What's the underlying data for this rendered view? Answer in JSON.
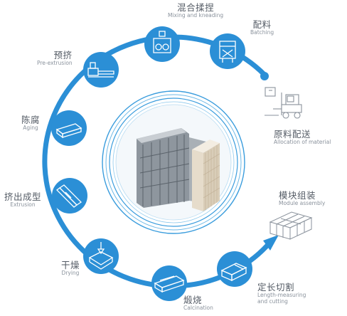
{
  "steps": [
    {
      "cn": "混合揉捏",
      "en": "Mixing and kneading"
    },
    {
      "cn": "配料",
      "en": "Batching"
    },
    {
      "cn": "原料配送",
      "en": "Allocation of material"
    },
    {
      "cn": "模块组装",
      "en": "Module assembly"
    },
    {
      "cn": "定长切割",
      "en": "Length-measuring",
      "en2": "and cutting"
    },
    {
      "cn": "煅烧",
      "en": "Calcination"
    },
    {
      "cn": "干燥",
      "en": "Drying"
    },
    {
      "cn": "挤出成型",
      "en": "Extrusion"
    },
    {
      "cn": "陈腐",
      "en": "Aging"
    },
    {
      "cn": "预挤",
      "en": "Pre-extrusion"
    }
  ],
  "colors": {
    "accent": "#2b8fd6",
    "ring": "#2b8fd6",
    "label_cn": "#555c66",
    "label_en": "#8a929c"
  },
  "icons": [
    "mixer-icon",
    "batching-bin-icon",
    "forklift-icon",
    "module-blocks-icon",
    "cutting-icon",
    "kiln-icon",
    "dryer-icon",
    "extrusion-icon",
    "aging-icon",
    "pre-extrusion-icon"
  ]
}
